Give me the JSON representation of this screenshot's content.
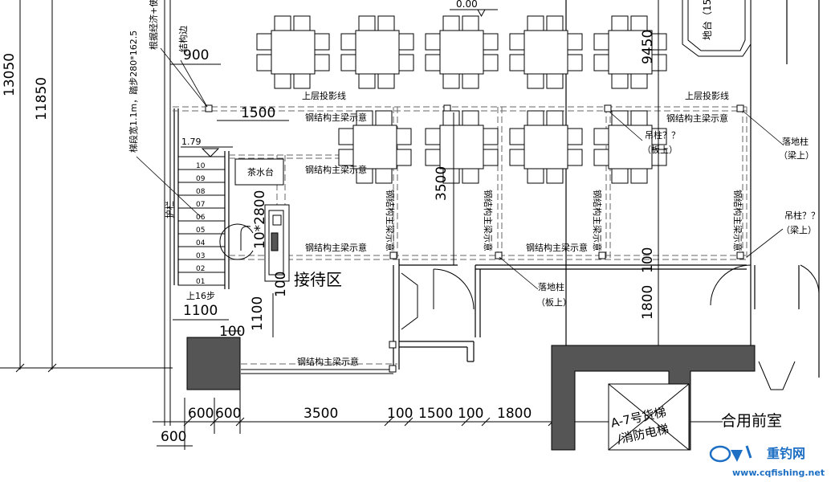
{
  "top_marker": "0.00",
  "left_dims": {
    "d13050": "13050",
    "d11850": "11850",
    "d9450": "9450"
  },
  "structure_edge": "结构边",
  "stair_note": "根据经济+使",
  "stair_spec": "梯段宽1.1m，踏步280*162.5",
  "stair_width_dim": "1.79",
  "stair_steps": [
    "10",
    "09",
    "08",
    "07",
    "06",
    "05",
    "04",
    "03",
    "02",
    "01"
  ],
  "stair_up": "上16步",
  "guardrail": "护栏",
  "upper_projection": "上层投影线",
  "steel_beam": "钢结构主梁示意",
  "tea_bar": "茶水台",
  "reception": "接待区",
  "hang_column": "吊柱？？",
  "hang_column_board": "（板上）",
  "hang_column_beam": "（梁上）",
  "ground_column": "落地柱",
  "ground_column_board": "（板上）",
  "ground_column_beam": "（梁上）",
  "platform": "地台（15",
  "elevator": "A-7号货梯\n/消防电梯",
  "elevator_l1": "A-7号货梯",
  "elevator_l2": "/消防电梯",
  "shared_lobby": "合用前室",
  "watermark_brand": "重钓网",
  "watermark_url": "www.cqfishing.net",
  "dims": {
    "d900": "900",
    "d1500": "1500",
    "d3500v": "3500",
    "d10x2800": "10*2800",
    "d100a": "100",
    "d1100v": "1100",
    "d1100h": "1100",
    "d100b": "100",
    "d1800v": "1800",
    "d100c": "100",
    "b600a": "600",
    "b600b": "600",
    "b3500": "3500",
    "b100a": "100",
    "b1500": "1500",
    "b100b": "100",
    "b1800": "1800",
    "b600c": "600"
  }
}
